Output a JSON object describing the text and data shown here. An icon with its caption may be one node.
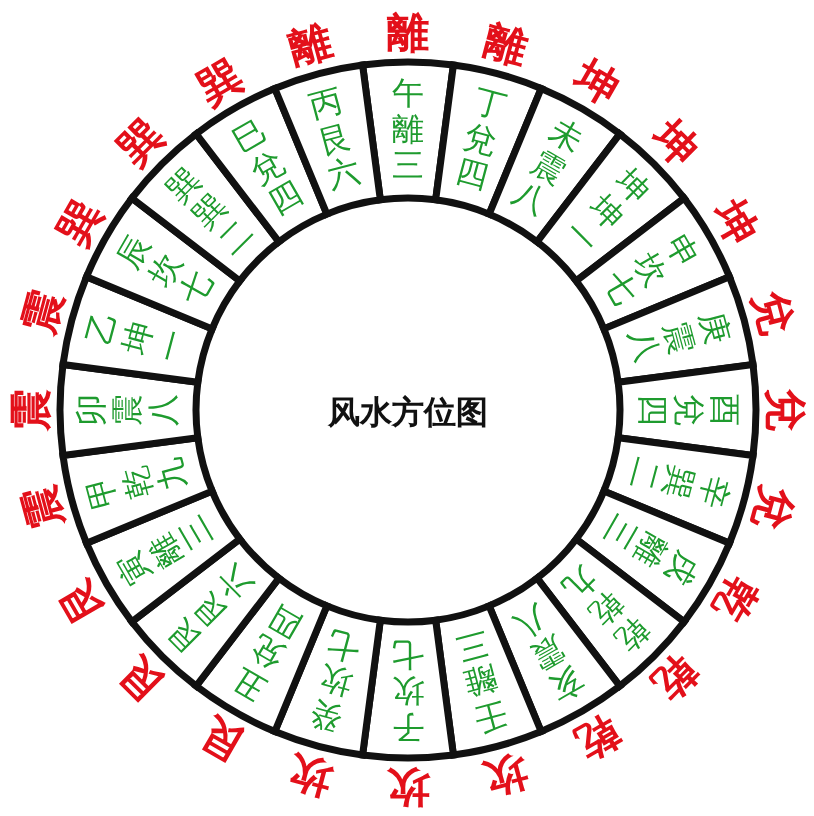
{
  "diagram": {
    "title": "风水方位图",
    "nodes": [
      {
        "text": [
          "午",
          "離",
          "三"
        ],
        "beside": [
          "離"
        ]
      },
      {
        "text": [
          "丁",
          "兌",
          "四"
        ],
        "beside": [
          "離"
        ]
      },
      {
        "text": [
          "未",
          "震",
          "八"
        ],
        "beside": [
          "坤"
        ]
      },
      {
        "text": [
          "坤",
          "坤",
          "一"
        ],
        "beside": [
          "坤"
        ]
      },
      {
        "text": [
          "申",
          "坎",
          "七"
        ],
        "beside": [
          "坤"
        ]
      },
      {
        "text": [
          "庚",
          "震",
          "八"
        ],
        "beside": [
          "兌"
        ]
      },
      {
        "text": [
          "酉",
          "兌",
          "四"
        ],
        "beside": [
          "兌"
        ]
      },
      {
        "text": [
          "辛",
          "巽",
          "二"
        ],
        "beside": [
          "兌"
        ]
      },
      {
        "text": [
          "戌",
          "離",
          "三"
        ],
        "beside": [
          "乾"
        ]
      },
      {
        "text": [
          "乾",
          "乾",
          "九"
        ],
        "beside": [
          "乾"
        ]
      },
      {
        "text": [
          "亥",
          "震",
          "八"
        ],
        "beside": [
          "乾"
        ]
      },
      {
        "text": [
          "壬",
          "離",
          "三"
        ],
        "beside": [
          "坎"
        ]
      },
      {
        "text": [
          "子",
          "坎",
          "七"
        ],
        "beside": [
          "坎"
        ]
      },
      {
        "text": [
          "癸",
          "坎",
          "七"
        ],
        "beside": [
          "坎"
        ]
      },
      {
        "text": [
          "丑",
          "兌",
          "四"
        ],
        "beside": [
          "艮"
        ]
      },
      {
        "text": [
          "艮",
          "艮",
          "六"
        ],
        "beside": [
          "艮"
        ]
      },
      {
        "text": [
          "寅",
          "離",
          "三"
        ],
        "beside": [
          "艮"
        ]
      },
      {
        "text": [
          "甲",
          "乾",
          "九"
        ],
        "beside": [
          "震"
        ]
      },
      {
        "text": [
          "卯",
          "震",
          "八"
        ],
        "beside": [
          "震"
        ]
      },
      {
        "text": [
          "乙",
          "坤",
          "一"
        ],
        "beside": [
          "震"
        ]
      },
      {
        "text": [
          "辰",
          "坎",
          "七"
        ],
        "beside": [
          "巽"
        ]
      },
      {
        "text": [
          "巽",
          "巽",
          "二"
        ],
        "beside": [
          "巽"
        ]
      },
      {
        "text": [
          "巳",
          "兌",
          "四"
        ],
        "beside": [
          "巽"
        ]
      },
      {
        "text": [
          "丙",
          "艮",
          "六"
        ],
        "beside": [
          "離"
        ]
      }
    ]
  }
}
